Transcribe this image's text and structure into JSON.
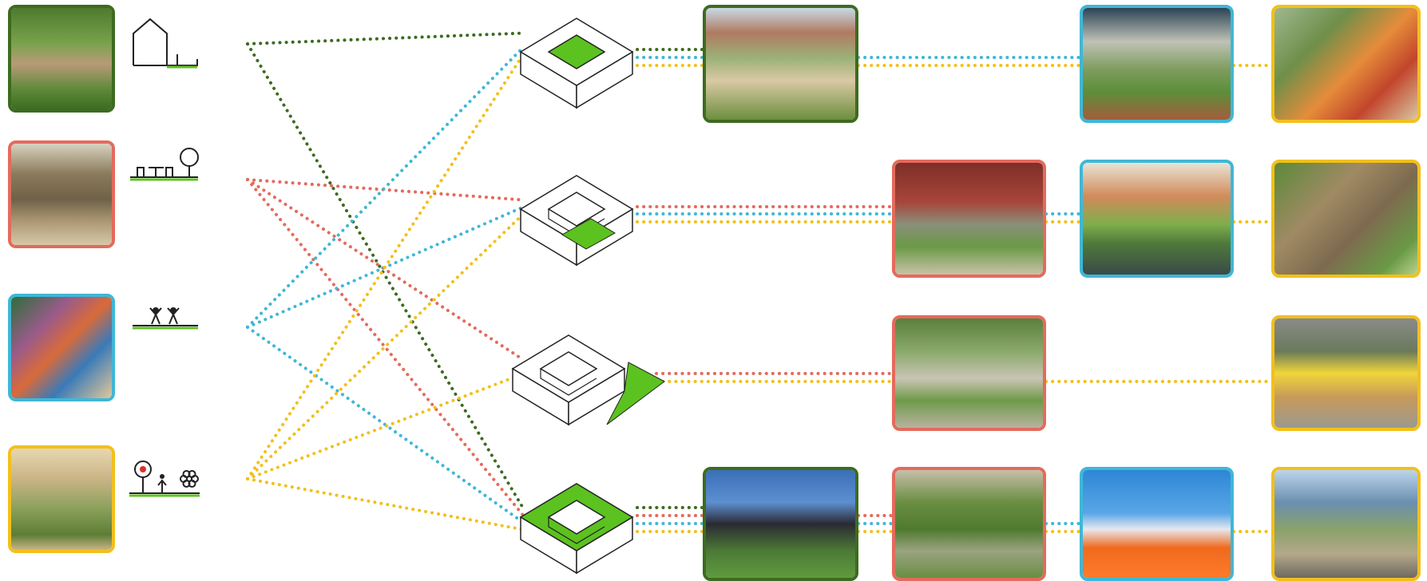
{
  "colors": {
    "dark_green": "#3d6b1f",
    "red": "#e36b5d",
    "blue": "#3fb7d6",
    "yellow": "#f2c01c",
    "green_fill": "#5cc21f",
    "line": "#222222"
  },
  "categories": [
    {
      "id": "private-garden",
      "icon": "house-garden-icon",
      "color": "dark_green"
    },
    {
      "id": "picnic",
      "icon": "picnic-tree-icon",
      "color": "red"
    },
    {
      "id": "play",
      "icon": "children-playing-icon",
      "color": "blue"
    },
    {
      "id": "urban-farming",
      "icon": "fruit-tree-flower-icon",
      "color": "yellow"
    }
  ],
  "courtyard_types": [
    {
      "id": "inner-courtyard",
      "icon": "block-inner-green-icon"
    },
    {
      "id": "open-courtyard",
      "icon": "u-block-green-icon"
    },
    {
      "id": "side-strip",
      "icon": "block-side-green-icon"
    },
    {
      "id": "green-roof",
      "icon": "block-roof-green-icon"
    }
  ],
  "photos": [
    {
      "id": "garden-photo",
      "color": "dark_green",
      "scene": "garden"
    },
    {
      "id": "picnic-photo",
      "color": "red",
      "scene": "woods"
    },
    {
      "id": "play-photo",
      "color": "blue",
      "scene": "play"
    },
    {
      "id": "farm-photo",
      "color": "yellow",
      "scene": "planters"
    },
    {
      "id": "courtyard-aerial-photo",
      "color": "dark_green",
      "scene": "aerial"
    },
    {
      "id": "housing-lawn-photo",
      "color": "blue",
      "scene": "lawn"
    },
    {
      "id": "birdhouse-photo",
      "color": "yellow",
      "scene": "forest"
    },
    {
      "id": "brick-lawn-photo",
      "color": "red",
      "scene": "brick"
    },
    {
      "id": "canal-housing-photo",
      "color": "blue",
      "scene": "canal"
    },
    {
      "id": "allotment-photo",
      "color": "yellow",
      "scene": "allotment"
    },
    {
      "id": "pergola-garden-photo",
      "color": "red",
      "scene": "pergola"
    },
    {
      "id": "flower-bench-photo",
      "color": "yellow",
      "scene": "flowers"
    },
    {
      "id": "dark-building-photo",
      "color": "dark_green",
      "scene": "dusk"
    },
    {
      "id": "roof-garden-photo",
      "color": "red",
      "scene": "roofgarden"
    },
    {
      "id": "orange-roof-photo",
      "color": "blue",
      "scene": "orange"
    },
    {
      "id": "terraced-building-photo",
      "color": "yellow",
      "scene": "terraces"
    }
  ]
}
